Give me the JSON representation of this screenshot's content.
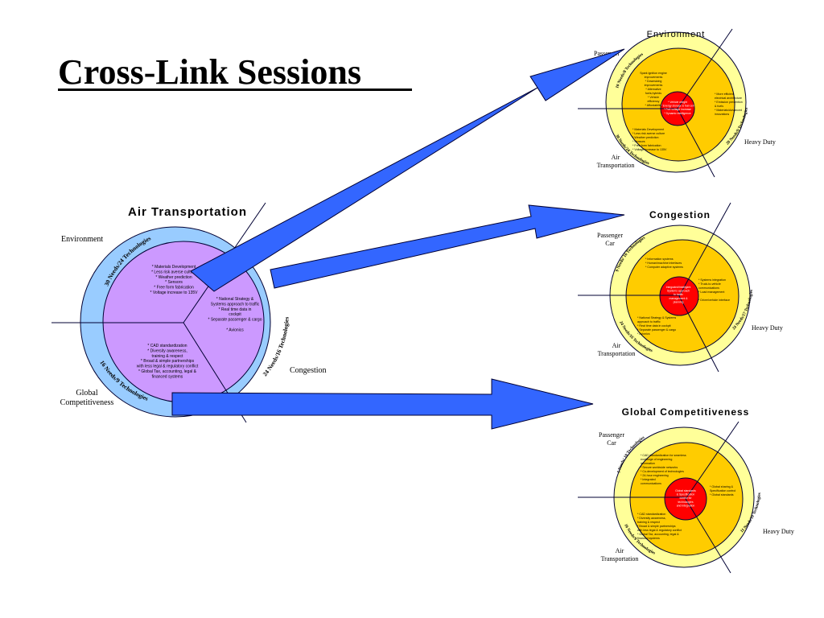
{
  "title": "Cross-Link Sessions",
  "colors": {
    "sky_outer": "#99ccff",
    "lavender_inner": "#cc99ff",
    "yellow_outer": "#ffff99",
    "orange_middle": "#ffcc00",
    "red_core": "#ff0000",
    "arrow_fill": "#3366ff",
    "stroke": "#000033"
  },
  "main_diagram": {
    "title": "Air Transportation",
    "labels": {
      "environment": "Environment",
      "congestion": "Congestion",
      "global": "Global\nCompetitiveness"
    },
    "arc_labels": {
      "environment": "30 Needs/24 Technologies",
      "congestion": "24 Needs/16 Technologies",
      "global": "16 Needs/9 Technologies"
    },
    "blocks": {
      "environment": "* Materials Development\n* Less risk averse culture\n* Weather prediction\n* Sensors\n* Free form fabrication\n* Voltage increase to 135V",
      "congestion": "* National Strategy &\nSystems approach to traffic\n* Real time data in\ncockpit\n* Separate passenger & cargo\n\n* Avionics",
      "global": "* CAD standardization\n* Diversity awareness,\ntraining & respect\n* Broad & simple partnerships\nwith less legal & regulatory conflict\n* Global Tax, accounting, legal &\nfinanced systems"
    }
  },
  "small_diagrams": [
    {
      "title": "Environment",
      "labels": {
        "passenger": "Passenger",
        "heavy": "Heavy Duty",
        "air": "Air\nTransportation"
      },
      "arc_labels": {
        "top": "10 Needs/8 Technologies",
        "right": "20 Needs/9 Technologies",
        "bottom": "30 Needs/24 Technologies"
      },
      "blocks": {
        "top": "Spark ignition engine\nimprovements\n* Downsizing\nimprovements\n* Alternative\nfuels,hybrids\n* Vehicle\nefficiency\n* Affordability",
        "right": "* More efficient\nelectrical architecture\n* Emission prevention\n& fuels\n* Materials/Advanced\ninnovations",
        "core": "* Vehicle weight\n* Energy storage & fuel cell\n* Port voltage increase\n* Dynamic intelligence",
        "bottom": "* Materials Development\n* Less risk averse culture\n* Weather prediction\n* Sensors\n* Free form fabrication\n* Voltage increase to 135V"
      }
    },
    {
      "title": "Congestion",
      "labels": {
        "passenger": "Passenger\nCar",
        "heavy": "Heavy Duty",
        "air": "Air\nTransportation"
      },
      "arc_labels": {
        "top": "9 Needs/ 16 Technologies",
        "right": "24 Needs/17 Technologies",
        "bottom": "24 Needs/16 Technologies"
      },
      "blocks": {
        "top": "* Information systems\n* Human/machine interfaces\n* Computer adaptive systems",
        "right": "* Systems integration\n* Truck-to-vehicle\ncommunications\n* Load management\n\n* Driver/vehicle interface",
        "core": "Integrated/Intelligent\nSystems approach\nto traffic\nmanagement &\nplanning",
        "bottom": "* National Strategy & Systems\napproach to traffic\n* Real time data in cockpit\n* Separate passenger & cargo\n* Avionics"
      }
    },
    {
      "title": "Global Competitiveness",
      "labels": {
        "passenger": "Passenger\nCar",
        "heavy": "Heavy Duty",
        "air": "Air\nTransportation"
      },
      "arc_labels": {
        "top": "5 Needs/ 10 Technologies",
        "right": "11 Needs/10 Technologies",
        "bottom": "16 Needs/9 Technologies"
      },
      "blocks": {
        "top": "* CAD standardization for seamless\nexchange of engineering\ninformation\n* Secure worldwide networks\n* Co-development of technologies\n* 24-hour engineering\n* Integrated\ncommunications",
        "right": "* Global sharing &\nSpecification control\n* Global standards",
        "core": "Global standards\n& Specification\ncontrol for\ntechnologies\nand integration",
        "bottom": "* CAD standardization\n* Diversity awareness,\ntraining & respect\n* Broad & simple partnerships\nwith less legal & regulatory conflict\n* Global Tax, accounting, legal &\nfinanced systems"
      }
    }
  ]
}
